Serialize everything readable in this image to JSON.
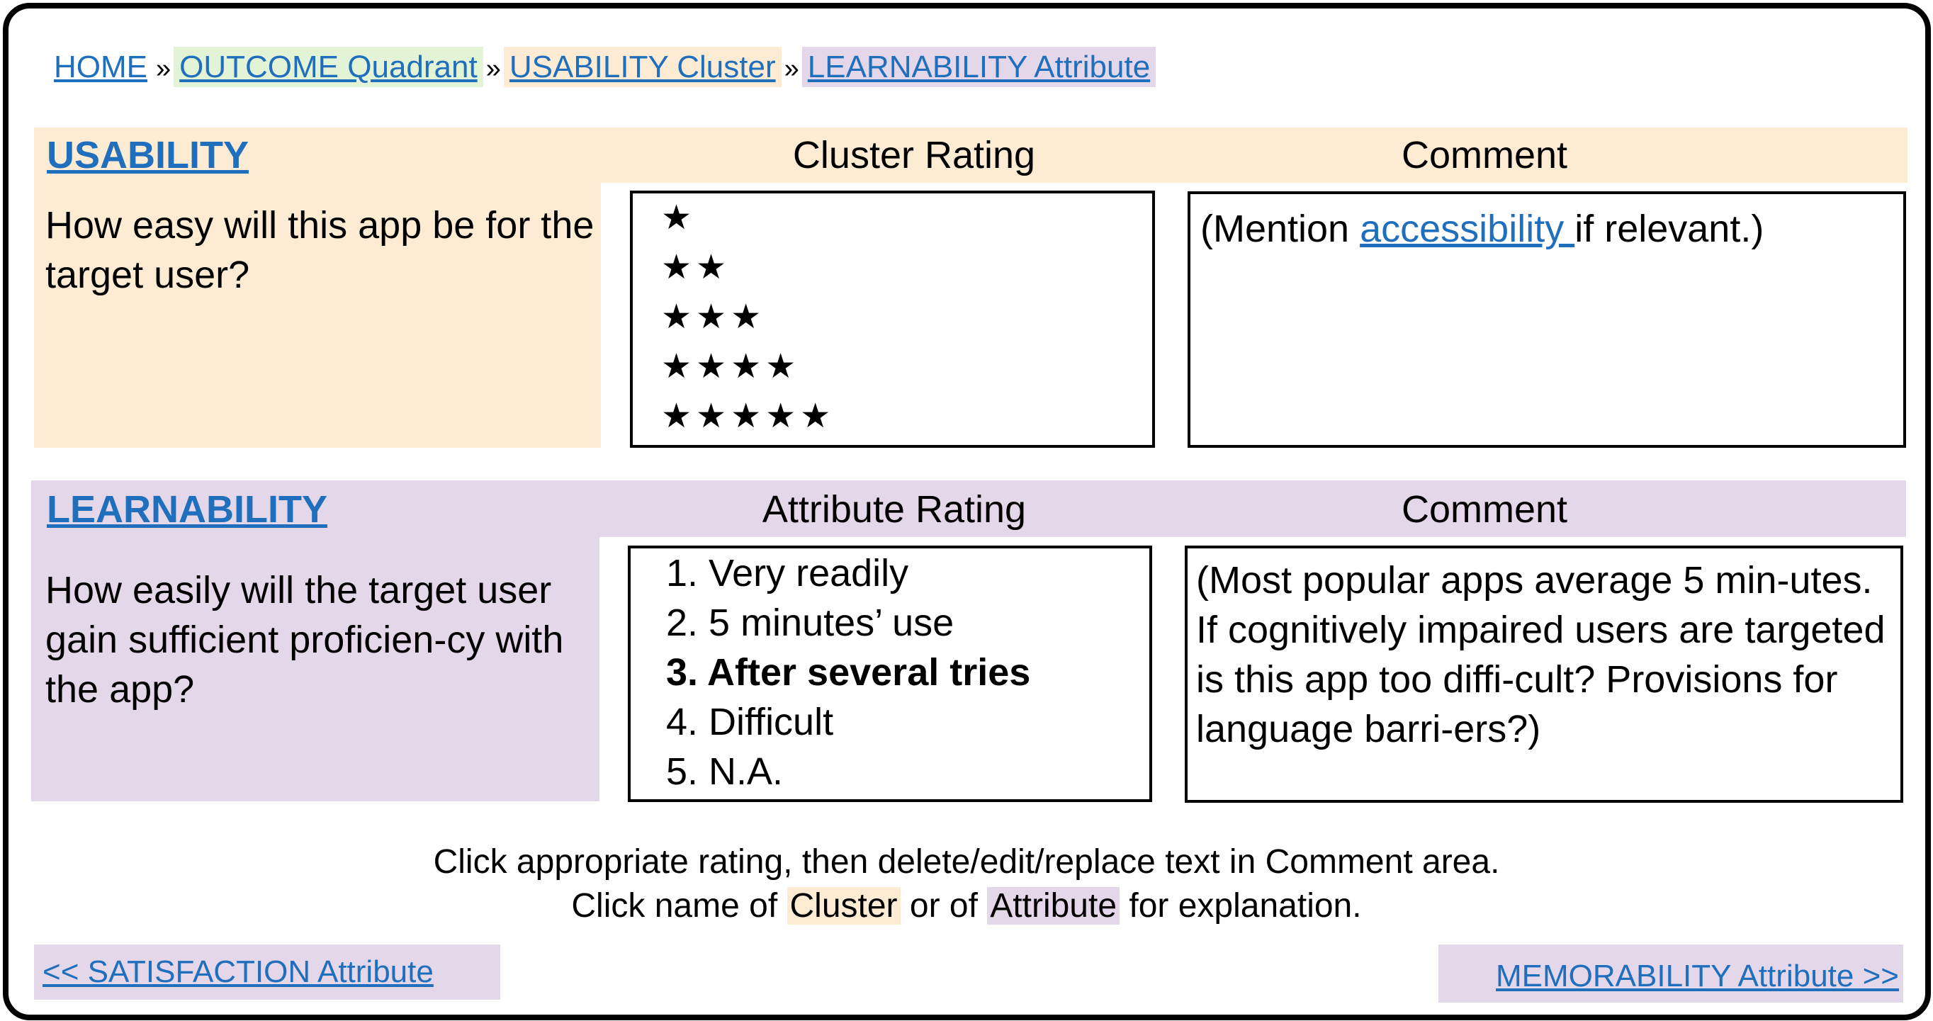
{
  "breadcrumb": [
    {
      "label": "HOME",
      "color": "none"
    },
    {
      "label": "OUTCOME Quadrant",
      "color": "#e3f3d6"
    },
    {
      "label": "USABILITY Cluster",
      "color": "#fdebd3"
    },
    {
      "label": "LEARNABILITY Attribute",
      "color": "#e5d7ea"
    }
  ],
  "breadcrumb_separator": "»",
  "cluster": {
    "name": "USABILITY",
    "rating_header": "Cluster Rating",
    "comment_header": "Comment",
    "question": "How easy will this app be for the target user?",
    "rating_options": [
      "★",
      "★★",
      "★★★",
      "★★★★",
      "★★★★★"
    ],
    "comment_prefix": "(Mention ",
    "comment_link": "accessibility ",
    "comment_suffix": "if relevant.)",
    "color": "#fdebd3"
  },
  "attribute": {
    "name": "LEARNABILITY",
    "rating_header": "Attribute Rating",
    "comment_header": "Comment",
    "question": "How easily will the target user gain sufficient proficien-cy with the app?",
    "rating_options": [
      "1. Very readily",
      "2. 5 minutes’ use",
      "3. After several tries",
      "4. Difficult",
      "5. N.A."
    ],
    "selected_index": 2,
    "comment": "(Most popular apps average 5 min-utes. If cognitively impaired users are targeted is this app too diffi-cult? Provisions for language barri-ers?)",
    "color": "#e5d7ea"
  },
  "instructions": {
    "line1": "Click appropriate rating, then delete/edit/replace text in Comment area.",
    "line2_a": "Click name of ",
    "line2_cluster": "Cluster",
    "line2_b": " or of ",
    "line2_attribute": "Attribute",
    "line2_c": " for explanation."
  },
  "nav": {
    "prev": "<< SATISFACTION Attribute",
    "next": "MEMORABILITY Attribute >>"
  }
}
